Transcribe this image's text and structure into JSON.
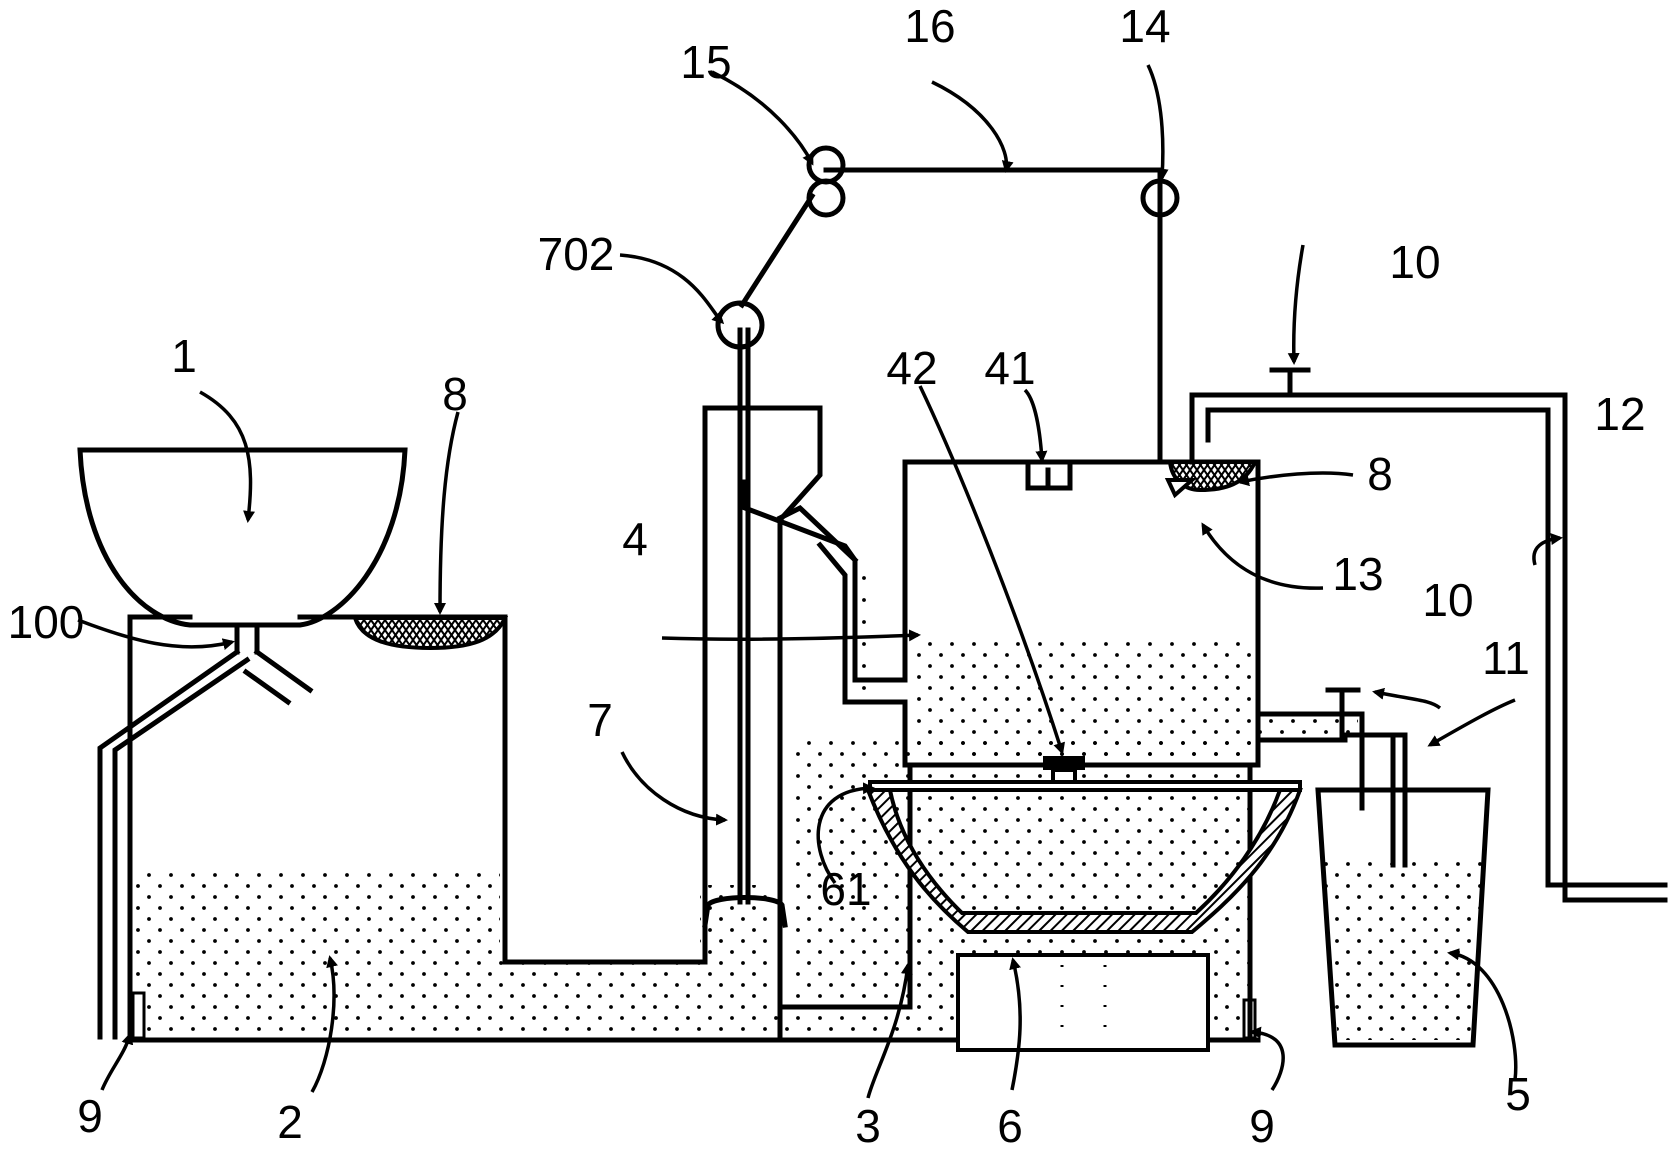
{
  "labels": {
    "bowl": "1",
    "lower_tank": "2",
    "basin_chamber": "3",
    "upper_tank": "4",
    "cup": "5",
    "pot": "6",
    "riser": "7",
    "filter_left": "8",
    "filter_right": "8",
    "sensor_left": "9",
    "sensor_right": "9",
    "valve_top": "10",
    "valve_mid": "10",
    "tap_pipe": "11",
    "supply_pipe": "12",
    "float_valve": "13",
    "pulley_right": "14",
    "pulley_left": "15",
    "cable": "16",
    "vent": "41",
    "drain_outlet": "42",
    "pot_rim": "61",
    "lever_pivot": "702",
    "drain_fitting": "100"
  },
  "colors": {
    "line": "#000000",
    "fill_dots": "#000000",
    "background": "#ffffff"
  }
}
